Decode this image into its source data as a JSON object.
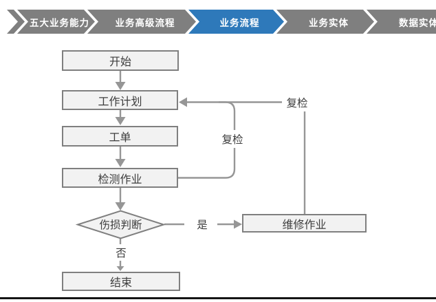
{
  "breadcrumb": {
    "steps": [
      {
        "label": "五大业务能力",
        "active": false
      },
      {
        "label": "业务高级流程",
        "active": false
      },
      {
        "label": "业务流程",
        "active": true
      },
      {
        "label": "业务实体",
        "active": false
      },
      {
        "label": "数据实体",
        "active": false
      }
    ],
    "inactive_color": "#7F7F7F",
    "active_color": "#2E79BA",
    "text_color": "#FFFFFF"
  },
  "flowchart": {
    "nodes": {
      "start": {
        "label": "开始",
        "shape": "rect"
      },
      "plan": {
        "label": "工作计划",
        "shape": "rect"
      },
      "order": {
        "label": "工单",
        "shape": "rect"
      },
      "inspect": {
        "label": "检测作业",
        "shape": "rect"
      },
      "decision": {
        "label": "伤损判断",
        "shape": "diamond"
      },
      "repair": {
        "label": "维修作业",
        "shape": "rect"
      },
      "end": {
        "label": "结束",
        "shape": "rect"
      }
    },
    "labels": {
      "recheck_inner": "复检",
      "recheck_outer": "复检",
      "yes": "是",
      "no": "否"
    },
    "edges": [
      {
        "from": "start",
        "to": "plan"
      },
      {
        "from": "plan",
        "to": "order"
      },
      {
        "from": "order",
        "to": "inspect"
      },
      {
        "from": "inspect",
        "to": "decision"
      },
      {
        "from": "decision",
        "to": "repair",
        "label": "是"
      },
      {
        "from": "decision",
        "to": "end",
        "label": "否"
      },
      {
        "from": "inspect",
        "to": "plan",
        "label": "复检"
      },
      {
        "from": "repair",
        "to": "plan",
        "label": "复检"
      }
    ],
    "colors": {
      "node_fill": "#F2F2F2",
      "node_border": "#7F7F7F",
      "connector": "#969696",
      "text": "#3D3D3D"
    }
  }
}
